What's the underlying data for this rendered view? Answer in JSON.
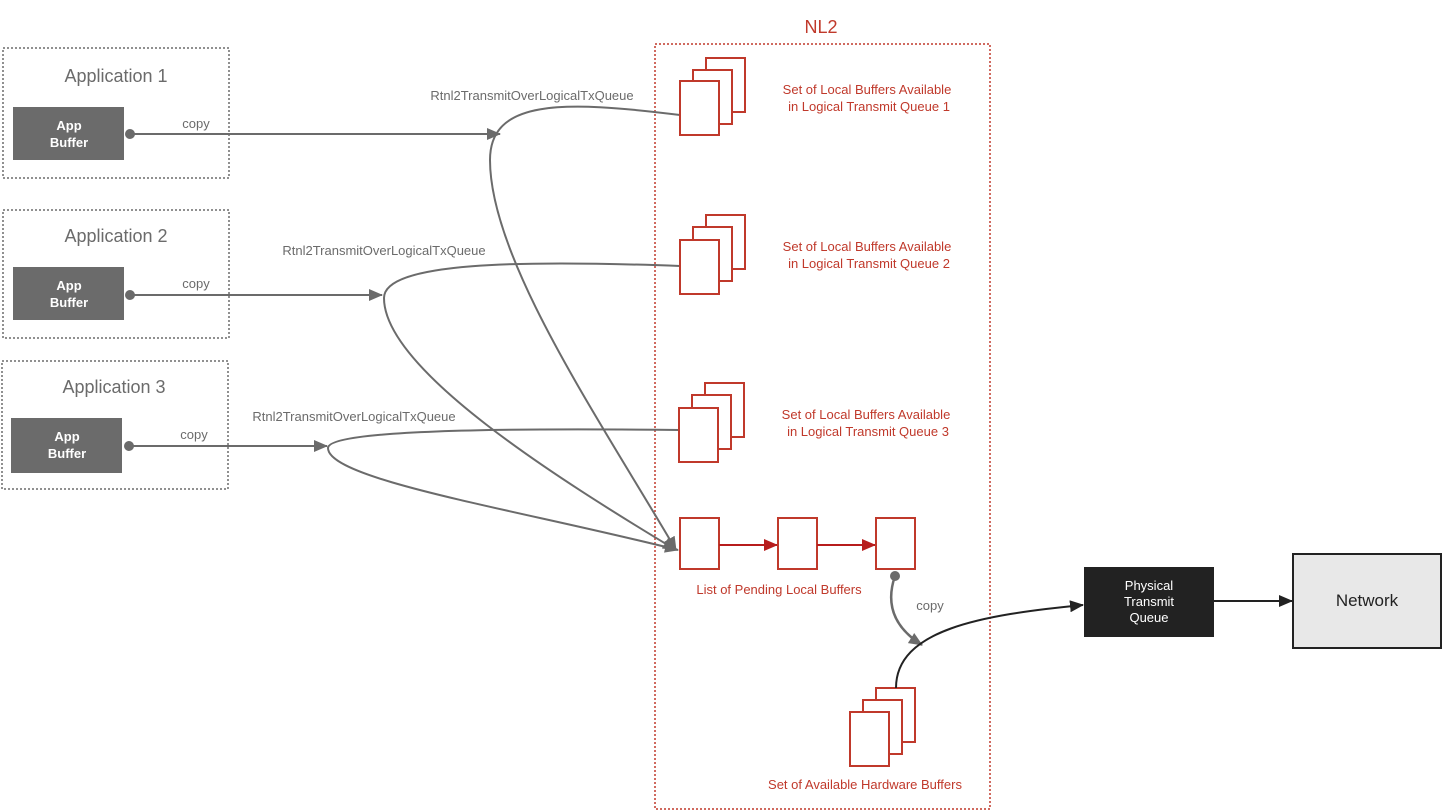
{
  "colors": {
    "accent_red": "#c0392b",
    "gray": "#6b6b6b",
    "app_buffer_fill": "#6b6b6b",
    "physical_queue_fill": "#222222",
    "network_fill": "#e8e8e8",
    "dark_line": "#222222"
  },
  "applications": [
    {
      "title": "Application 1",
      "buffer_line1": "App",
      "buffer_line2": "Buffer",
      "copy_label": "copy",
      "function_label": "Rtnl2TransmitOverLogicalTxQueue"
    },
    {
      "title": "Application 2",
      "buffer_line1": "App",
      "buffer_line2": "Buffer",
      "copy_label": "copy",
      "function_label": "Rtnl2TransmitOverLogicalTxQueue"
    },
    {
      "title": "Application 3",
      "buffer_line1": "App",
      "buffer_line2": "Buffer",
      "copy_label": "copy",
      "function_label": "Rtnl2TransmitOverLogicalTxQueue"
    }
  ],
  "nl2": {
    "title": "NL2",
    "queues": [
      {
        "line1": "Set of Local Buffers Available",
        "line2": "in Logical Transmit Queue 1"
      },
      {
        "line1": "Set of Local Buffers Available",
        "line2": "in Logical Transmit Queue 2"
      },
      {
        "line1": "Set of Local Buffers Available",
        "line2": "in Logical Transmit Queue 3"
      }
    ],
    "pending_label": "List of Pending Local Buffers",
    "copy_label": "copy",
    "hardware_label": "Set of Available Hardware Buffers"
  },
  "physical_queue": {
    "line1": "Physical",
    "line2": "Transmit",
    "line3": "Queue"
  },
  "network": {
    "label": "Network"
  }
}
